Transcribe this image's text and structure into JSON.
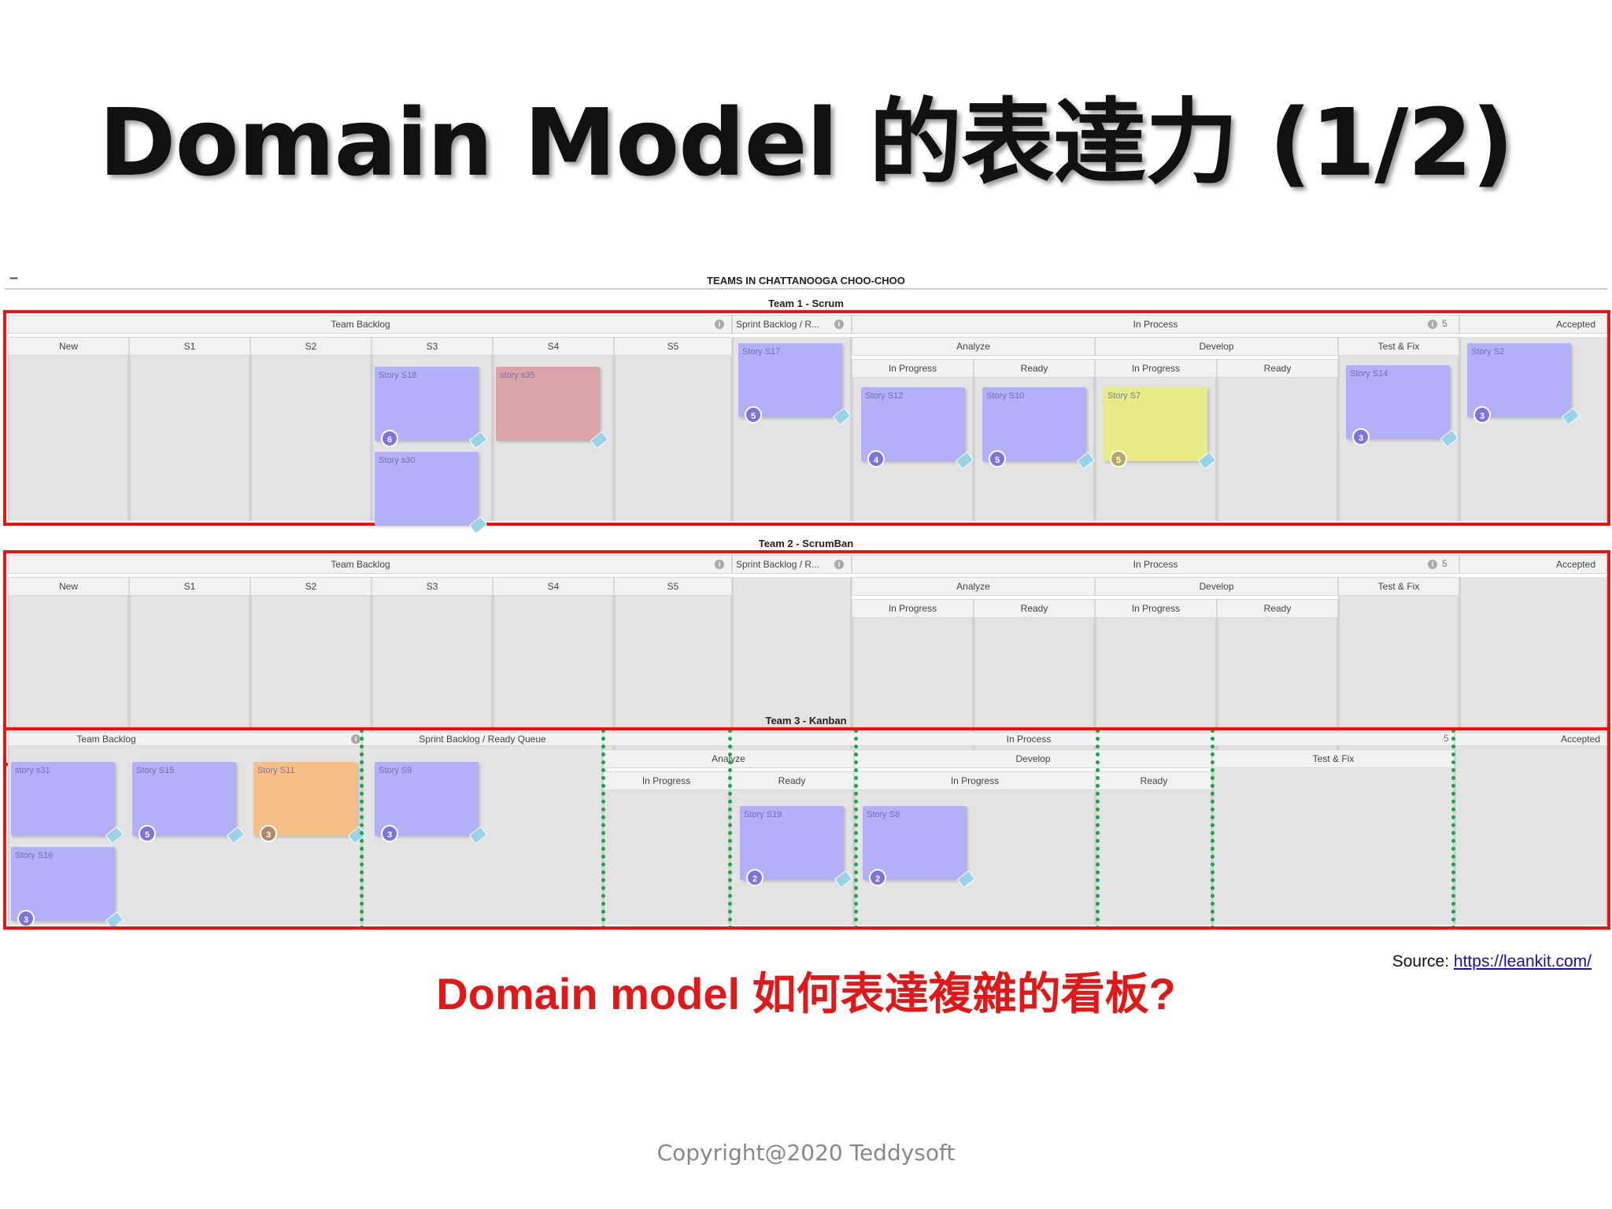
{
  "slide": {
    "title": "Domain Model 的表達力 (1/2)",
    "subtitle": "Domain model 如何表達複雜的看板?",
    "source_label": "Source: ",
    "source_link": "https://leankit.com/",
    "copyright": "Copyright@2020 Teddysoft"
  },
  "board": {
    "title": "TEAMS IN CHATTANOOGA CHOO-CHOO",
    "collapse_symbol": "–",
    "teams": [
      {
        "name": "Team 1 - Scrum",
        "groups": {
          "team_backlog": "Team Backlog",
          "sprint_backlog": "Sprint Backlog / R...",
          "in_process": "In Process",
          "accepted": "Accepted",
          "wip": "5"
        },
        "columns": [
          "New",
          "S1",
          "S2",
          "S3",
          "S4",
          "S5"
        ],
        "process": {
          "analyze": "Analyze",
          "develop": "Develop",
          "test": "Test & Fix"
        },
        "sub": [
          "In Progress",
          "Ready",
          "In Progress",
          "Ready"
        ],
        "cards": [
          {
            "title": "Story S18",
            "points": "6",
            "color": "#b3b0f8"
          },
          {
            "title": "Story s30",
            "points": "",
            "color": "#b3b0f8"
          },
          {
            "title": "story s35",
            "points": "",
            "color": "#dba4a8"
          },
          {
            "title": "Story S17",
            "points": "5",
            "color": "#b3b0f8"
          },
          {
            "title": "Story S12",
            "points": "4",
            "color": "#b3b0f8"
          },
          {
            "title": "Story S10",
            "points": "5",
            "color": "#b3b0f8"
          },
          {
            "title": "Story S7",
            "points": "5",
            "color": "#e8ea86"
          },
          {
            "title": "Story S14",
            "points": "3",
            "color": "#b3b0f8"
          },
          {
            "title": "Story S2",
            "points": "3",
            "color": "#b3b0f8"
          }
        ]
      },
      {
        "name": "Team 2 - ScrumBan",
        "groups": {
          "team_backlog": "Team Backlog",
          "sprint_backlog": "Sprint Backlog / R...",
          "in_process": "In Process",
          "accepted": "Accepted",
          "wip": "5"
        },
        "columns": [
          "New",
          "S1",
          "S2",
          "S3",
          "S4",
          "S5"
        ],
        "process": {
          "analyze": "Analyze",
          "develop": "Develop",
          "test": "Test & Fix"
        },
        "sub": [
          "In Progress",
          "Ready",
          "In Progress",
          "Ready"
        ]
      },
      {
        "name": "Team 3 - Kanban",
        "groups": {
          "team_backlog": "Team Backlog",
          "sprint_backlog": "Sprint Backlog / Ready Queue",
          "in_process": "In Process",
          "accepted": "Accepted",
          "wip": "5"
        },
        "process": {
          "analyze": "Analyze",
          "develop": "Develop",
          "test": "Test & Fix"
        },
        "sub": [
          "In Progress",
          "Ready",
          "In Progress",
          "Ready"
        ],
        "cards": [
          {
            "title": "story s31",
            "points": "",
            "color": "#b3b0f8"
          },
          {
            "title": "Story S15",
            "points": "5",
            "color": "#b3b0f8"
          },
          {
            "title": "Story S11",
            "points": "3",
            "color": "#f5bf88"
          },
          {
            "title": "Story S16",
            "points": "3",
            "color": "#b3b0f8"
          },
          {
            "title": "Story S9",
            "points": "3",
            "color": "#b3b0f8"
          },
          {
            "title": "Story S19",
            "points": "2",
            "color": "#b3b0f8"
          },
          {
            "title": "Story S8",
            "points": "2",
            "color": "#b3b0f8"
          }
        ]
      }
    ]
  },
  "colors": {
    "highlight_box": "#ee1111",
    "wip_divider": "#19a64a",
    "lane": "#e3e3e3"
  }
}
